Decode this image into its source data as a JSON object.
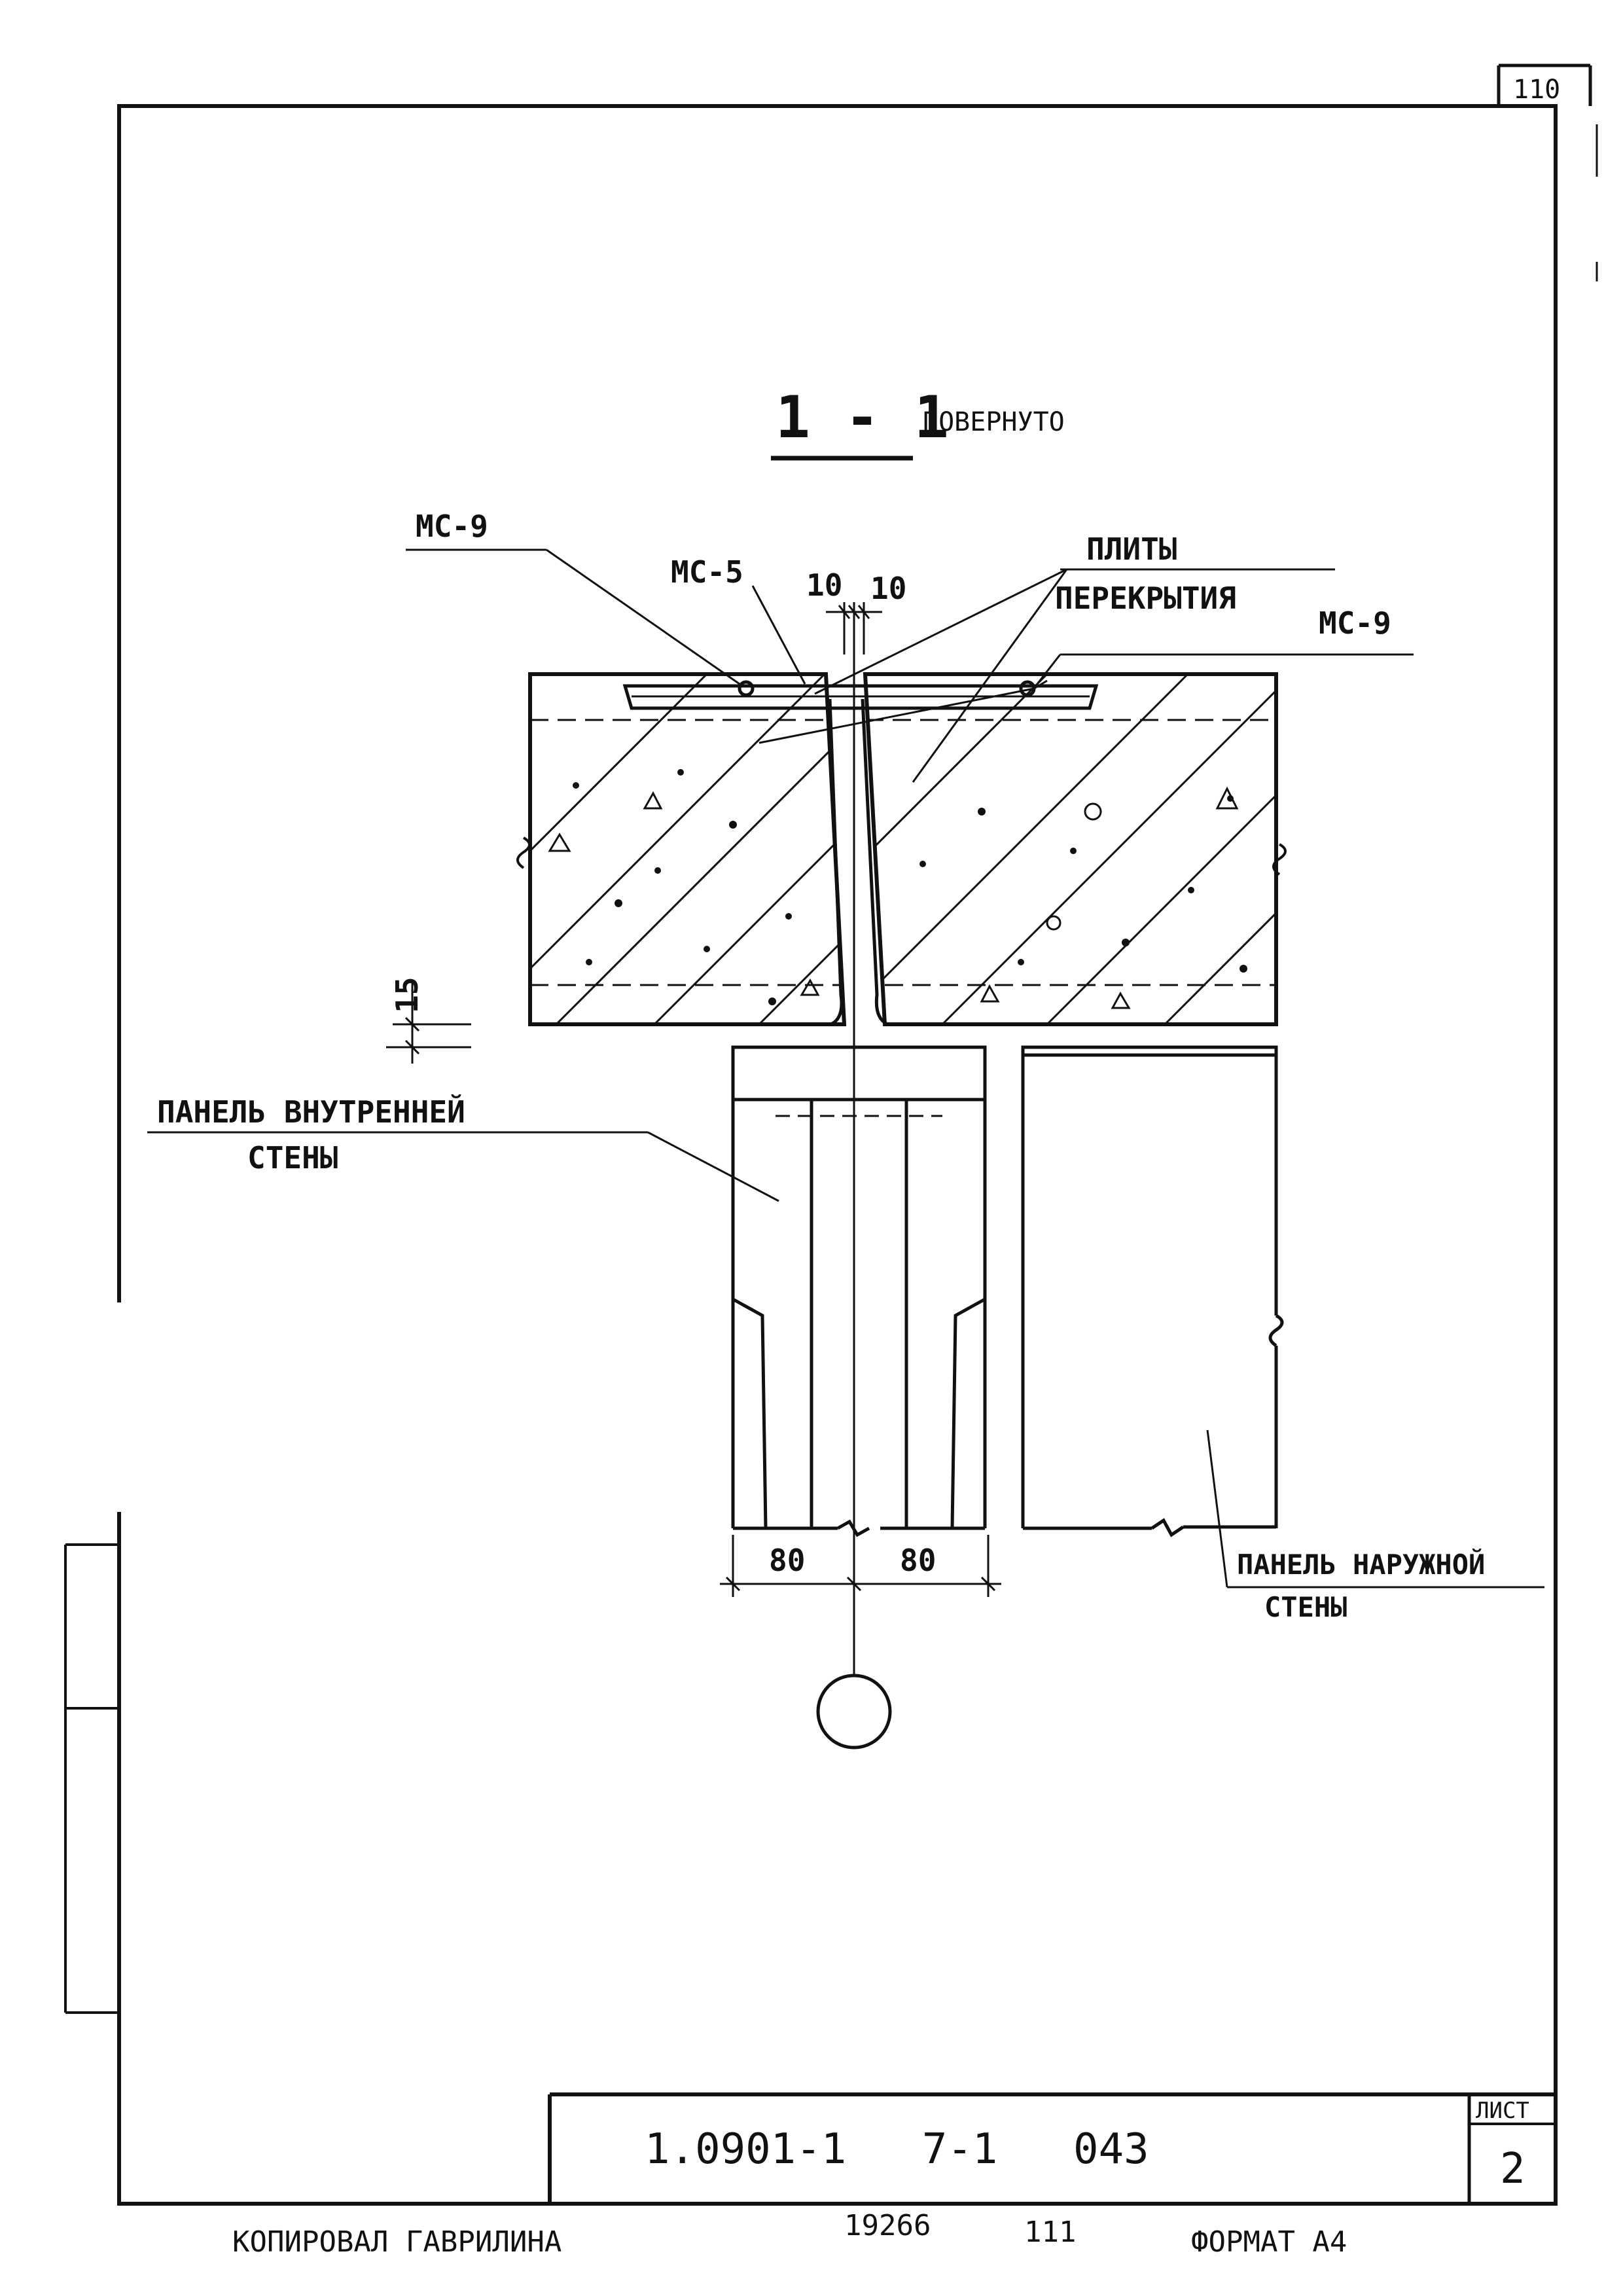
{
  "corner_number": "110",
  "section": {
    "title": "1 - 1",
    "subtitle": "повернуто"
  },
  "labels": {
    "mc9_left": "МС-9",
    "mc5": "МС-5",
    "gap_left": "10",
    "gap_right": "10",
    "slabs_line1": "плиты",
    "slabs_line2": "перекрытия",
    "mc9_right": "МС-9",
    "dim_15": "15",
    "inner_panel_line1": "панель внутренней",
    "inner_panel_line2": "стены",
    "outer_panel_line1": "панель наружной",
    "outer_panel_line2": "стены",
    "dim_80_left": "80",
    "dim_80_right": "80"
  },
  "title_block": {
    "code": "1.0901-1   7-1   043",
    "sheet_label": "лист",
    "sheet_number": "2"
  },
  "footer": {
    "copied_by": "Копировал Гаврилина",
    "order_number": "19266",
    "part": "111",
    "format": "Формат А4"
  }
}
